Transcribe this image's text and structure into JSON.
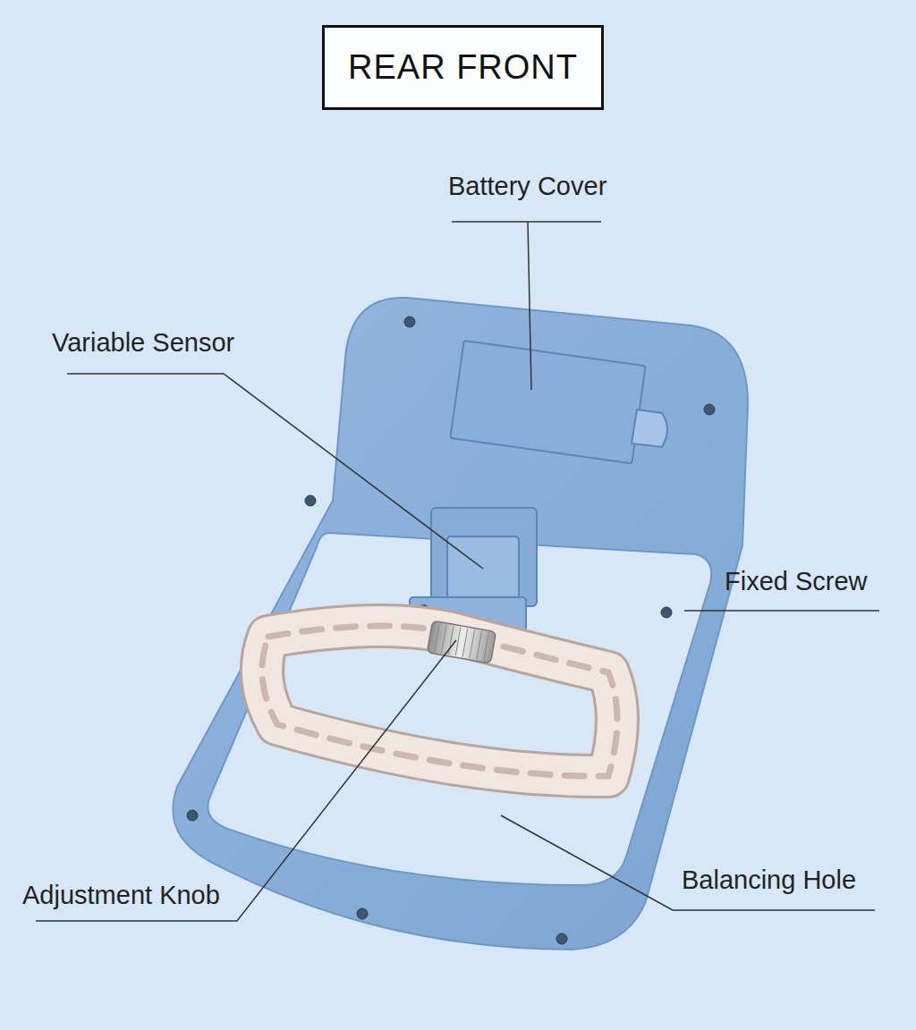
{
  "diagram": {
    "title": "REAR FRONT",
    "labels": [
      "Battery Cover",
      "Variable Sensor",
      "Fixed Screw",
      "Adjustment Knob",
      "Balancing Hole"
    ]
  }
}
